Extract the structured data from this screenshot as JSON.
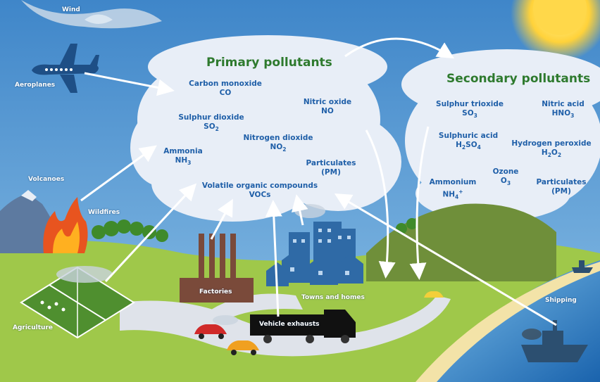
{
  "headers": {
    "primary": "Primary pollutants",
    "secondary": "Secondary pollutants"
  },
  "primary": {
    "co_name": "Carbon monoxide",
    "co_formula": "CO",
    "no_name": "Nitric oxide",
    "no_formula": "NO",
    "so2_name": "Sulphur dioxide",
    "so2_base": "SO",
    "so2_sub": "2",
    "no2_name": "Nitrogen dioxide",
    "no2_base": "NO",
    "no2_sub": "2",
    "nh3_name": "Ammonia",
    "nh3_base": "NH",
    "nh3_sub": "3",
    "pm_name": "Particulates",
    "pm_abbr": "(PM)",
    "voc_name": "Volatile organic compounds",
    "voc_abbr": "VOCs"
  },
  "secondary": {
    "so3_name": "Sulphur trioxide",
    "so3_base": "SO",
    "so3_sub": "3",
    "hno3_name": "Nitric acid",
    "hno3_base": "HNO",
    "hno3_sub": "3",
    "h2so4_name": "Sulphuric acid",
    "h2so4_a": "H",
    "h2so4_sub1": "2",
    "h2so4_b": "SO",
    "h2so4_sub2": "4",
    "h2o2_name": "Hydrogen peroxide",
    "h2o2_a": "H",
    "h2o2_sub1": "2",
    "h2o2_b": "O",
    "h2o2_sub2": "2",
    "o3_name": "Ozone",
    "o3_base": "O",
    "o3_sub": "3",
    "nh4_name": "Ammonium",
    "nh4_base": "NH",
    "nh4_sub": "4",
    "nh4_sup": "+",
    "pm_name": "Particulates",
    "pm_abbr": "(PM)"
  },
  "sources": {
    "wind": "Wind",
    "aeroplanes": "Aeroplanes",
    "volcanoes": "Volcanoes",
    "wildfires": "Wildfires",
    "agriculture": "Agriculture",
    "factories": "Factories",
    "towns": "Towns and homes",
    "vehicles": "Vehicle exhausts",
    "shipping": "Shipping"
  },
  "colors": {
    "sky": "#5b97cf",
    "cloud": "#e7eef7",
    "label_blue": "#1f5fa8",
    "header_green": "#2e7a2e",
    "grass": "#9fc84a",
    "hill": "#6f8f3a",
    "sea": "#2a7dc4",
    "building": "#2f6aa6",
    "factory": "#7a4a3a"
  }
}
